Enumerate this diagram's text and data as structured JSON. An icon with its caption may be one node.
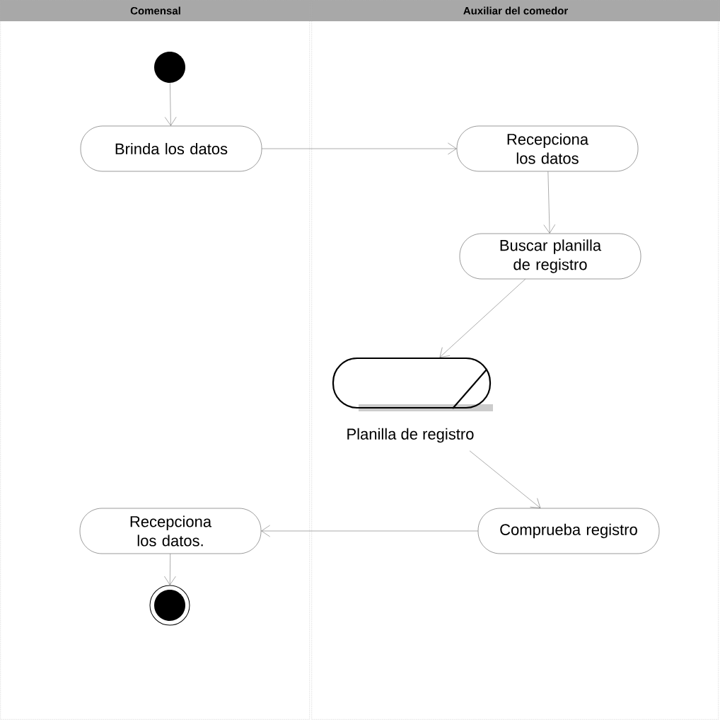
{
  "diagram": {
    "nodes": [
      {
        "text": [
          "Comensal"
        ]
      },
      {
        "text": [
          "Auxiliar del comedor"
        ]
      },
      {
        "text": [],
        "shape": "circle",
        "in": 0
      },
      {
        "text": [
          "Brinda los datos"
        ],
        "in": 0
      },
      {
        "text": [
          "Recepciona los datos"
        ],
        "in": 1
      },
      {
        "text": [
          "Buscar planilla de registro"
        ],
        "in": 1
      },
      {
        "text": [
          "Planilla de registro"
        ],
        "in": 1
      },
      {
        "text": [
          "Comprueba registro"
        ],
        "in": 1
      },
      {
        "text": [
          "Recepciona los datos."
        ],
        "in": 0
      },
      {
        "text": [],
        "shape": "circle",
        "in": 0
      }
    ],
    "edges": [
      {
        "from": 2,
        "to": 3,
        "arrow": "to"
      },
      {
        "from": 3,
        "to": 4,
        "arrow": "to"
      },
      {
        "from": 4,
        "to": 5,
        "arrow": "to"
      },
      {
        "from": 5,
        "to": 6,
        "arrow": "to"
      },
      {
        "from": 6,
        "to": 7,
        "arrow": "to"
      },
      {
        "from": 7,
        "to": 8,
        "arrow": "to"
      },
      {
        "from": 8,
        "to": 9,
        "arrow": "to"
      }
    ]
  }
}
